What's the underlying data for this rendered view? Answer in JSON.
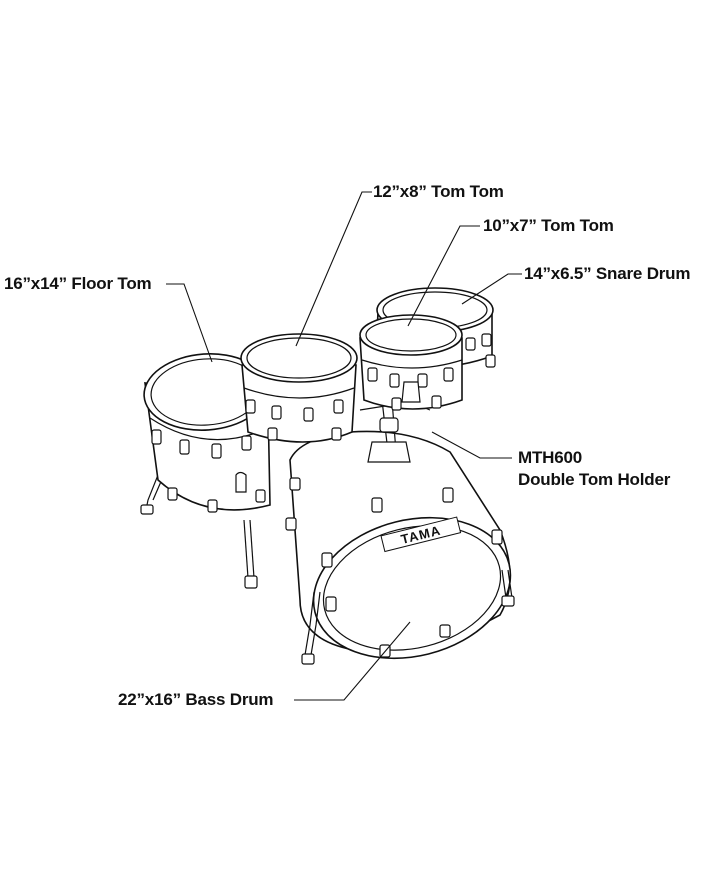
{
  "diagram": {
    "labels": {
      "tom12": "12”x8” Tom Tom",
      "tom10": "10”x7” Tom Tom",
      "snare": "14”x6.5” Snare Drum",
      "floor": "16”x14” Floor Tom",
      "holder_line1": "MTH600",
      "holder_line2": "Double Tom Holder",
      "bass": "22”x16” Bass Drum"
    },
    "brand_logo_text": "TAMA",
    "colors": {
      "line": "#111111",
      "background": "#ffffff"
    }
  }
}
